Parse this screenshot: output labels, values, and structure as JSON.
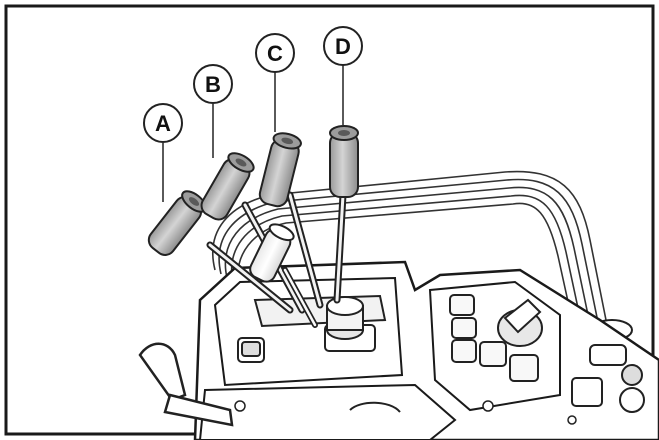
{
  "callouts": [
    {
      "letter": "A",
      "label": "A"
    },
    {
      "letter": "B",
      "label": "B"
    },
    {
      "letter": "C",
      "label": "C"
    },
    {
      "letter": "D",
      "label": "D"
    }
  ],
  "colors": {
    "frame": "#1a1a1a",
    "line": "#222222",
    "handle": "#bdbdbd",
    "handle_dark": "#8a8a8a",
    "panel": "#ffffff",
    "background": "#ffffff"
  }
}
